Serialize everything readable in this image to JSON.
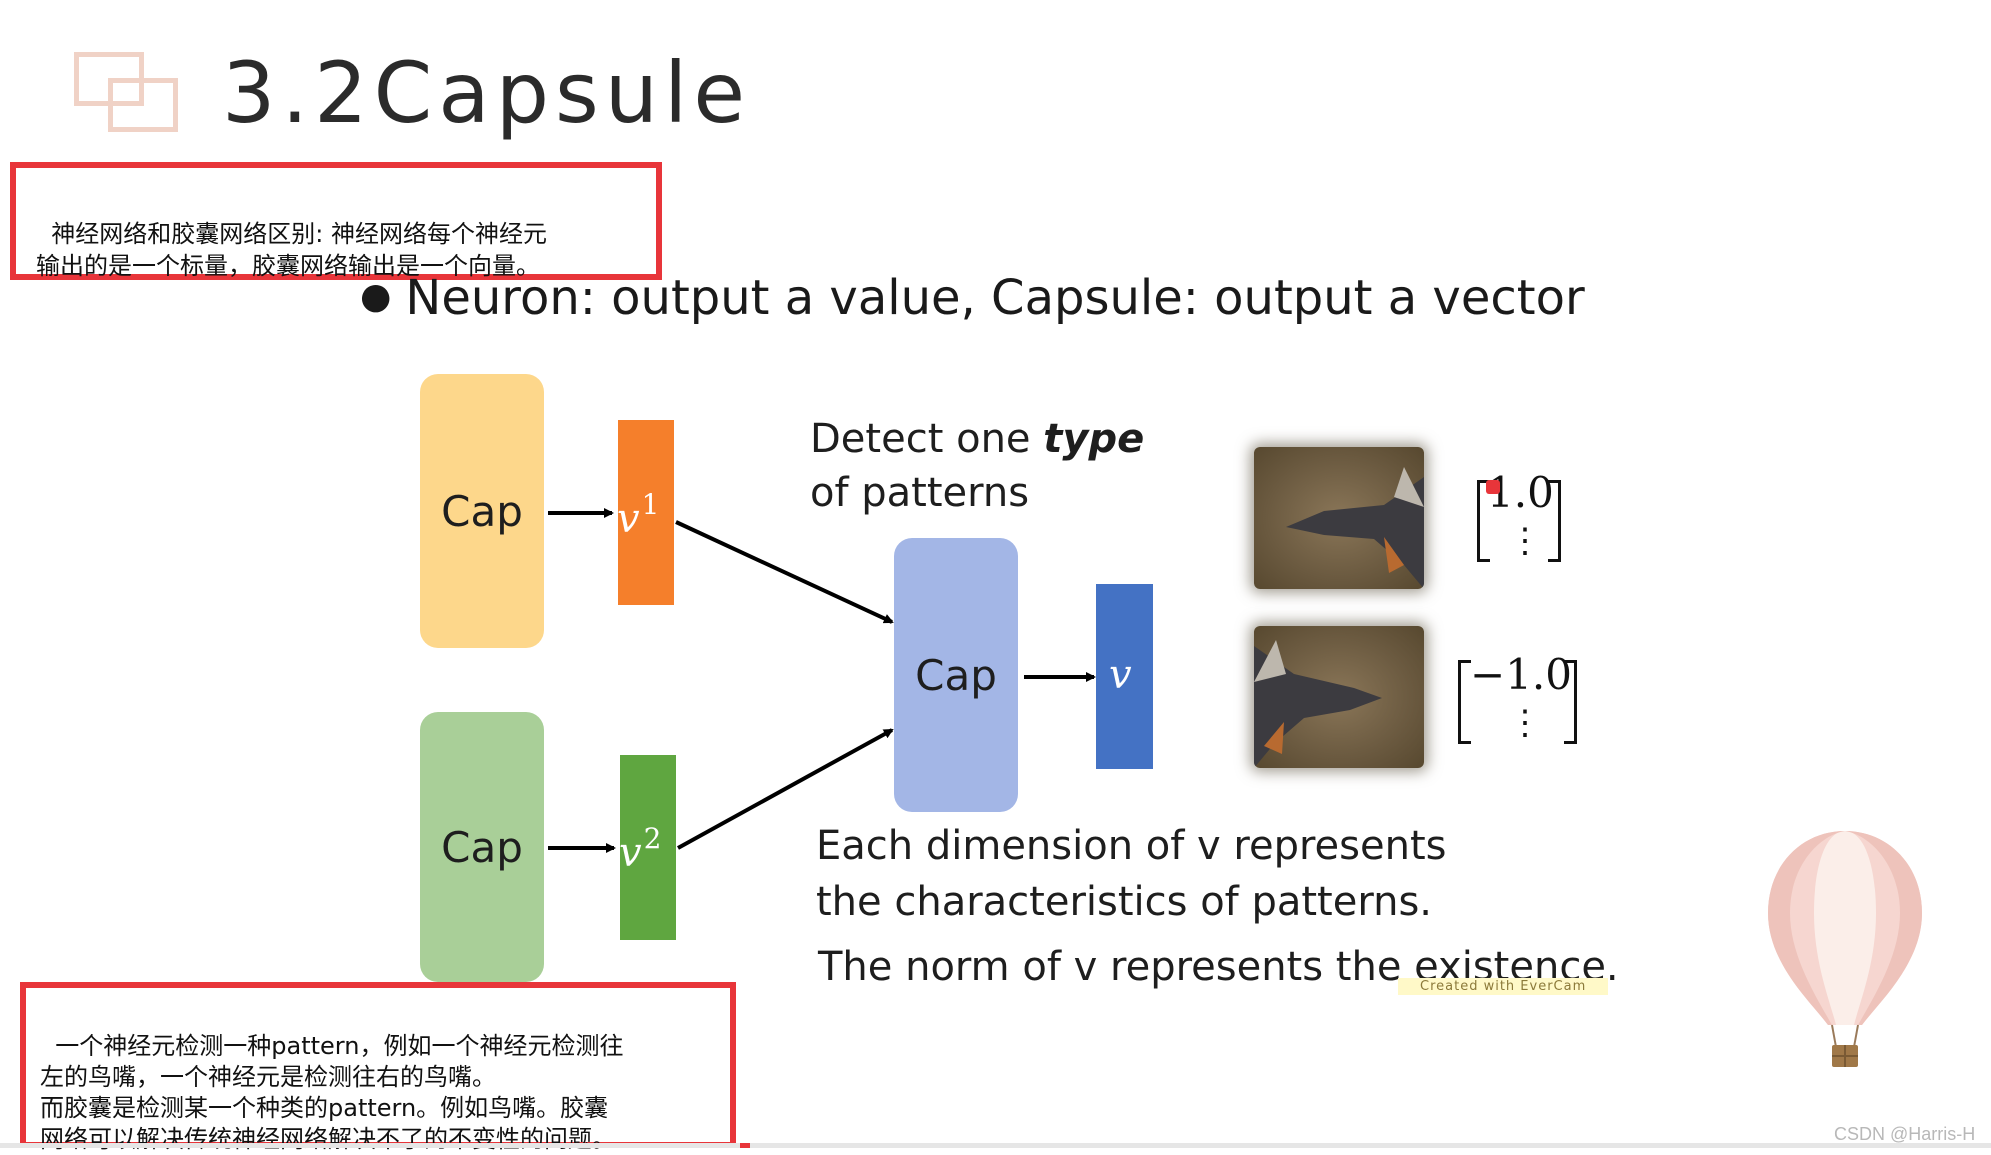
{
  "slide": {
    "title": "3.2Capsule",
    "bullet": "Neuron: output a value, Capsule: output a vector"
  },
  "notes": {
    "top": "神经网络和胶囊网络区别: 神经网络每个神经元\n输出的是一个标量，胶囊网络输出是一个向量。",
    "bottom": "一个神经元检测一种pattern，例如一个神经元检测往\n左的鸟嘴，一个神经元是检测往右的鸟嘴。\n而胶囊是检测某一个种类的pattern。例如鸟嘴。胶囊\n网络可以解决传统神经网络解决不了的不变性的问题。"
  },
  "diagram": {
    "cap1": "Cap",
    "cap2": "Cap",
    "cap_out": "Cap",
    "v1": "v",
    "v1_sup": "1",
    "v2": "v",
    "v2_sup": "2",
    "v_out": "v",
    "detect_line1_plain": "Detect one ",
    "detect_line1_bold": "type",
    "detect_line2": "of patterns",
    "each_dim_line1": "Each dimension of v represents",
    "each_dim_line2": "the characteristics of patterns.",
    "norm_text": "The norm of v represents the existence.",
    "vec1_value": "1.0",
    "vec2_value": "−1.0",
    "vec_dots": "⋮",
    "colors": {
      "cap1": "#fdd78b",
      "cap2": "#a9cf98",
      "cap_out": "#a3b6e6",
      "v1": "#f57f2b",
      "v2": "#5fa640",
      "v_out": "#4472c4"
    }
  },
  "watermark": "Created with EverCam",
  "credit": "CSDN @Harris-H",
  "icons": [
    "logo-squares-icon",
    "hot-air-balloon-icon",
    "bird-beak-left-image",
    "bird-beak-right-image"
  ]
}
